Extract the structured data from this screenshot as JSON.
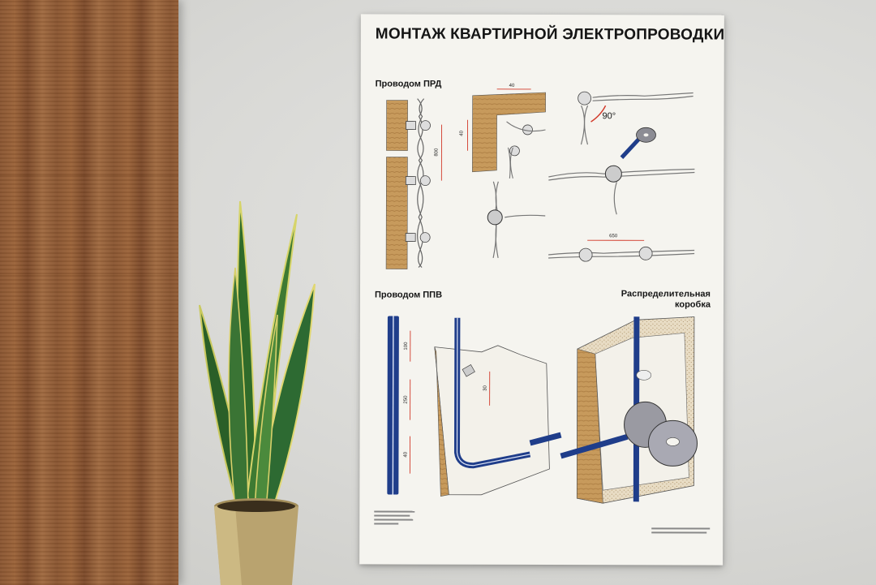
{
  "poster": {
    "title": "МОНТАЖ КВАРТИРНОЙ ЭЛЕКТРОПРОВОДКИ",
    "section_prd": "Проводом ПРД",
    "section_ppv": "Проводом ППВ",
    "section_box_line1": "Распределительная",
    "section_box_line2": "коробка",
    "dimensions": {
      "d40_top": "40",
      "d40_side": "40",
      "d800": "800",
      "angle90": "90°",
      "d650": "650",
      "d100": "100",
      "d250": "250",
      "d40_ppv": "40",
      "d30": "30"
    }
  },
  "colors": {
    "wire_blue": "#1f3d8a",
    "wood": "#c79a5c",
    "dimension_red": "#d23a2a",
    "poster_paper": "#f5f4ef",
    "pot_gold": "#b9a36f"
  }
}
